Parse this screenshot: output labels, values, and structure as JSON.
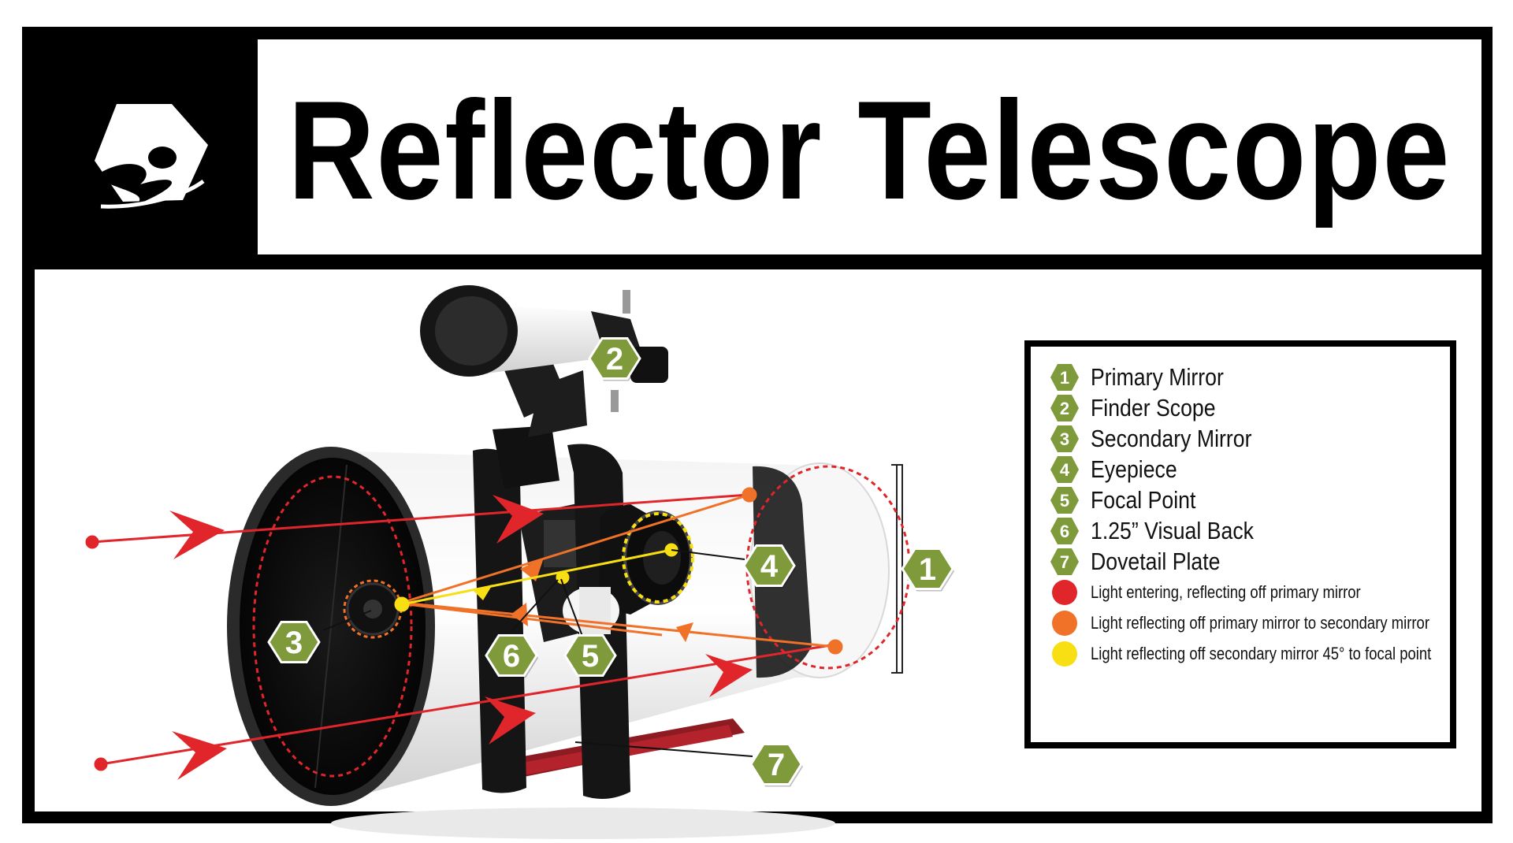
{
  "title": "Reflector Telescope",
  "colors": {
    "badge_green": "#7e9a3a",
    "light_entering": "#e0262b",
    "light_primary_to_secondary": "#f07128",
    "light_secondary_to_focal": "#f7df14"
  },
  "callouts": [
    "1",
    "2",
    "3",
    "4",
    "5",
    "6",
    "7"
  ],
  "legend": {
    "parts": [
      {
        "number": "1",
        "label": "Primary Mirror"
      },
      {
        "number": "2",
        "label": "Finder Scope"
      },
      {
        "number": "3",
        "label": "Secondary Mirror"
      },
      {
        "number": "4",
        "label": "Eyepiece"
      },
      {
        "number": "5",
        "label": "Focal Point"
      },
      {
        "number": "6",
        "label": "1.25” Visual Back"
      },
      {
        "number": "7",
        "label": "Dovetail Plate"
      }
    ],
    "light_paths": [
      {
        "color": "#e0262b",
        "label": "Light entering, reflecting off primary mirror"
      },
      {
        "color": "#f07128",
        "label": "Light reflecting off primary mirror to secondary mirror"
      },
      {
        "color": "#f7df14",
        "label": "Light reflecting off secondary mirror 45° to focal point"
      }
    ]
  }
}
